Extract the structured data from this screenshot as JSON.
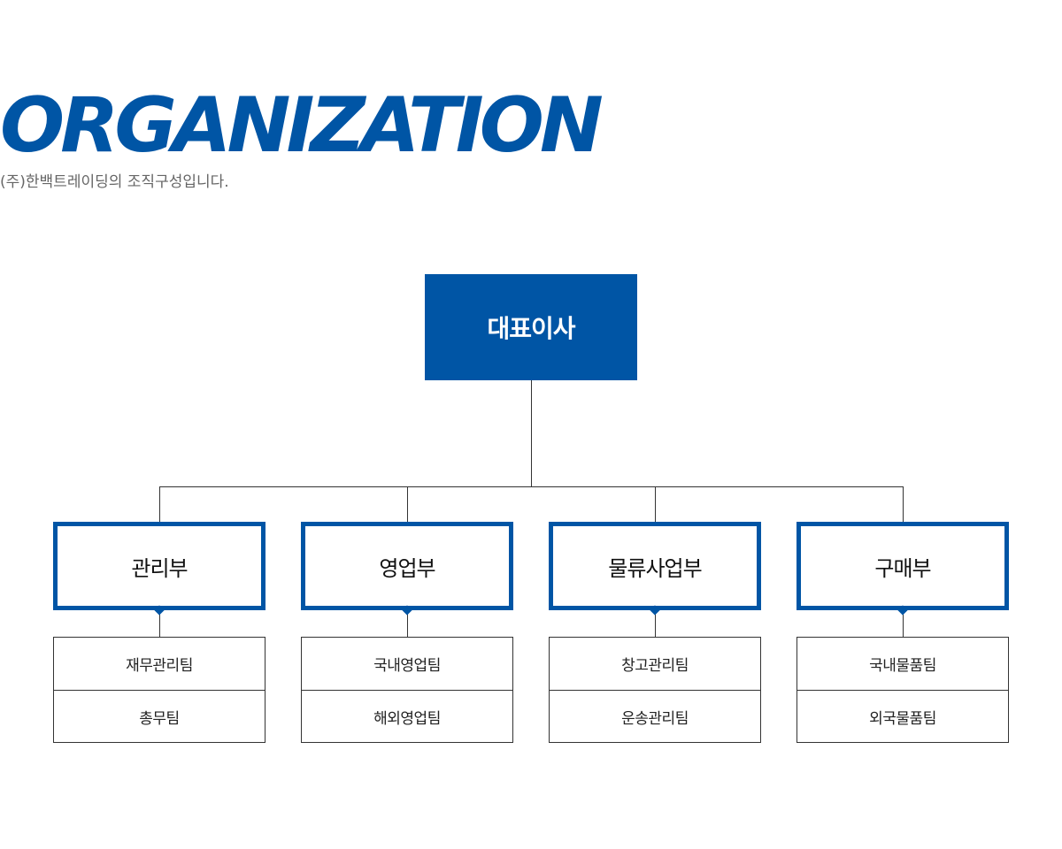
{
  "header": {
    "title": "ORGANIZATION",
    "subtitle": "(주)한백트레이딩의 조직구성입니다."
  },
  "chart": {
    "ceo": "대표이사",
    "departments": [
      {
        "name": "관리부",
        "teams": [
          "재무관리팀",
          "총무팀"
        ]
      },
      {
        "name": "영업부",
        "teams": [
          "국내영업팀",
          "해외영업팀"
        ]
      },
      {
        "name": "물류사업부",
        "teams": [
          "창고관리팀",
          "운송관리팀"
        ]
      },
      {
        "name": "구매부",
        "teams": [
          "국내물품팀",
          "외국물품팀"
        ]
      }
    ]
  },
  "colors": {
    "brand": "#0055a5",
    "line": "#333333",
    "subtitle": "#666666"
  }
}
